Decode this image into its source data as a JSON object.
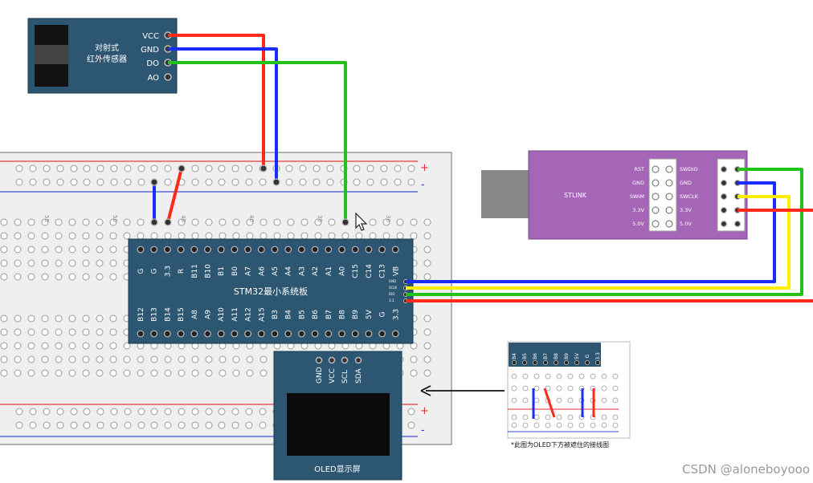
{
  "sensor": {
    "title_line1": "对射式",
    "title_line2": "红外传感器",
    "pins": [
      "VCC",
      "GND",
      "DO",
      "AO"
    ]
  },
  "stm32": {
    "title": "STM32最小系统板",
    "top_pins": [
      "G",
      "G",
      "3.3",
      "R",
      "B11",
      "B10",
      "B1",
      "B0",
      "A7",
      "A6",
      "A5",
      "A4",
      "A3",
      "A2",
      "A1",
      "A0",
      "C15",
      "C14",
      "C13",
      "VB"
    ],
    "bottom_pins": [
      "B12",
      "B13",
      "B14",
      "B15",
      "A8",
      "A9",
      "A10",
      "A11",
      "A12",
      "A15",
      "B3",
      "B4",
      "B5",
      "B6",
      "B7",
      "B8",
      "B9",
      "5V",
      "G",
      "3.3"
    ],
    "side_pins": [
      "GND",
      "SCLK",
      "DIO",
      "3.3"
    ]
  },
  "stlink": {
    "label": "STLINK",
    "left_labels": [
      "RST",
      "GND",
      "SWIM",
      "3.3V",
      "5.0V"
    ],
    "right_labels": [
      "SWDIO",
      "GND",
      "SWCLK",
      "3.3V",
      "5.0V"
    ]
  },
  "oled": {
    "pins": [
      "GND",
      "VCC",
      "SCL",
      "SDA"
    ],
    "label": "OLED显示屏"
  },
  "inset": {
    "pins": [
      "B4",
      "B5",
      "B6",
      "B7",
      "B8",
      "B9",
      "5V",
      "G",
      "3.3"
    ],
    "caption": "*此图为OLED下方被遮住的接线图"
  },
  "breadboard": {
    "plus": "+",
    "minus": "-",
    "col_numbers": [
      "55",
      "50",
      "45",
      "40",
      "35",
      "30"
    ]
  },
  "watermark": "CSDN @aloneboyooo",
  "colors": {
    "red": "#ff2a1a",
    "blue": "#1a2cff",
    "green": "#22c21a",
    "yellow": "#ffee00",
    "board": "#2d5673",
    "stlink": "#a566b8"
  }
}
